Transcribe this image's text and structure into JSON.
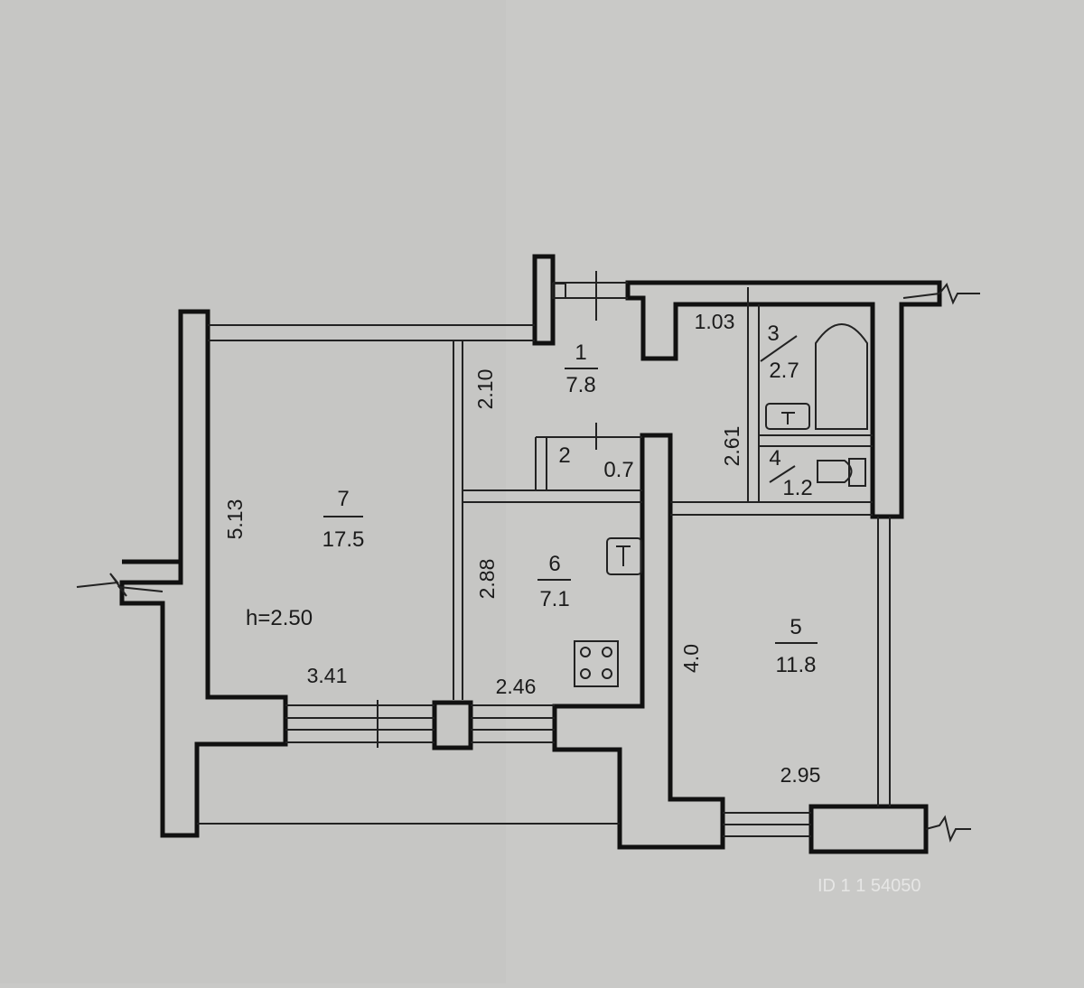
{
  "rooms": [
    {
      "number": "1",
      "area": "7.8"
    },
    {
      "number": "2",
      "area": "0.7"
    },
    {
      "number": "3",
      "area": "2.7"
    },
    {
      "number": "4",
      "area": "1.2"
    },
    {
      "number": "5",
      "area": "11.8"
    },
    {
      "number": "6",
      "area": "7.1"
    },
    {
      "number": "7",
      "area": "17.5"
    }
  ],
  "dimensions": {
    "d_2_10": "2.10",
    "d_1_03": "1.03",
    "d_2_61": "2.61",
    "d_5_13": "5.13",
    "d_2_88": "2.88",
    "d_4_0": "4.0",
    "d_3_41": "3.41",
    "d_2_46": "2.46",
    "d_2_95": "2.95"
  },
  "ceiling_height": "h=2.50",
  "watermark": "ID 1 1 54050",
  "colors": {
    "paper": "#c9c9c7",
    "wall": "#111111"
  }
}
